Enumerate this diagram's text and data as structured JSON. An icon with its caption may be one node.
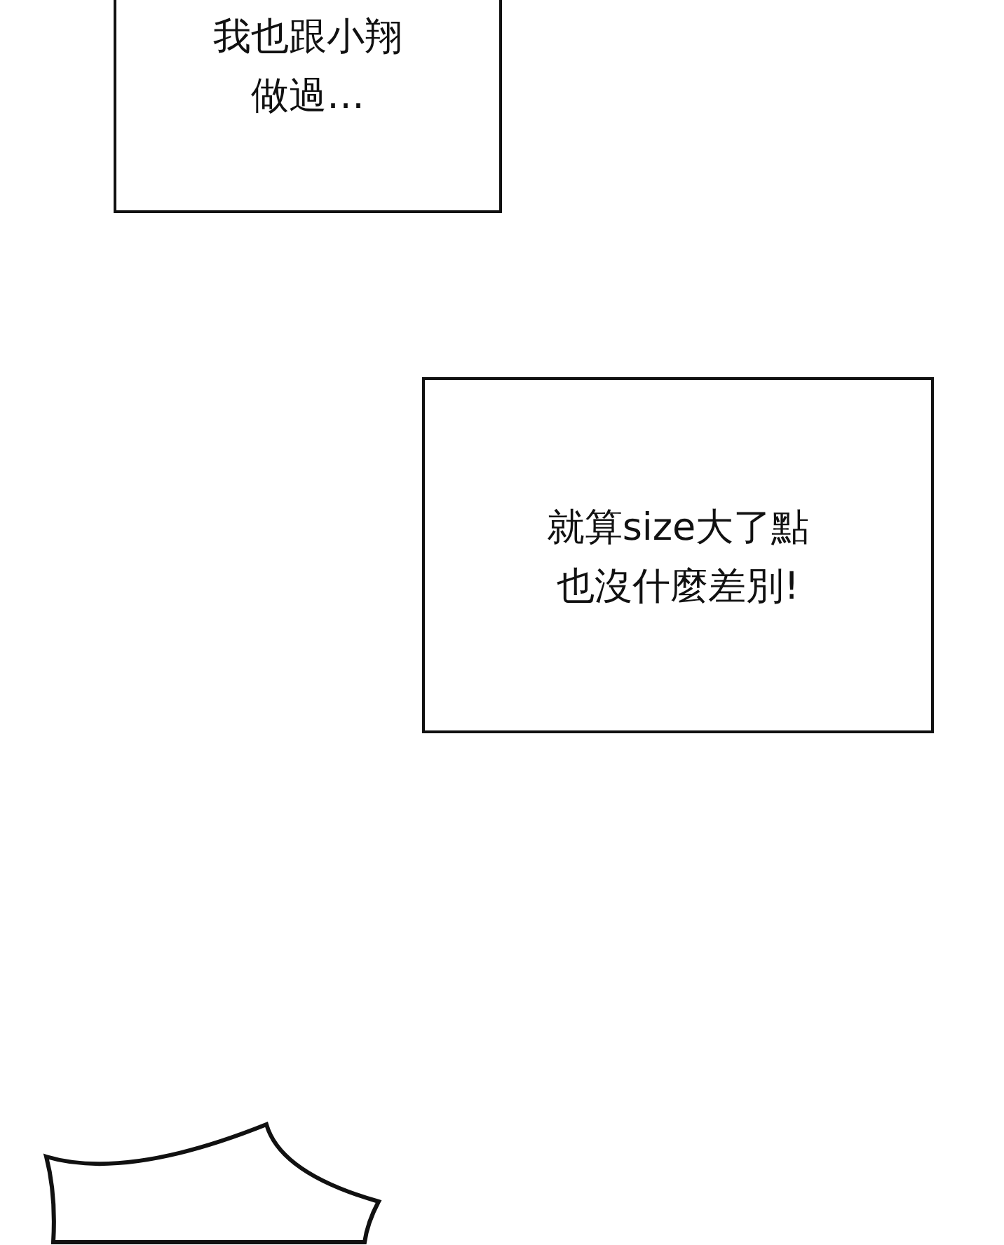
{
  "diagram": {
    "nodes": [
      {
        "text": [
          "我也跟小翔做過…"
        ]
      },
      {
        "text": [
          "就算size大了點也沒什麼差別!"
        ]
      },
      {
        "text": [],
        "shape": "bubble"
      }
    ]
  }
}
